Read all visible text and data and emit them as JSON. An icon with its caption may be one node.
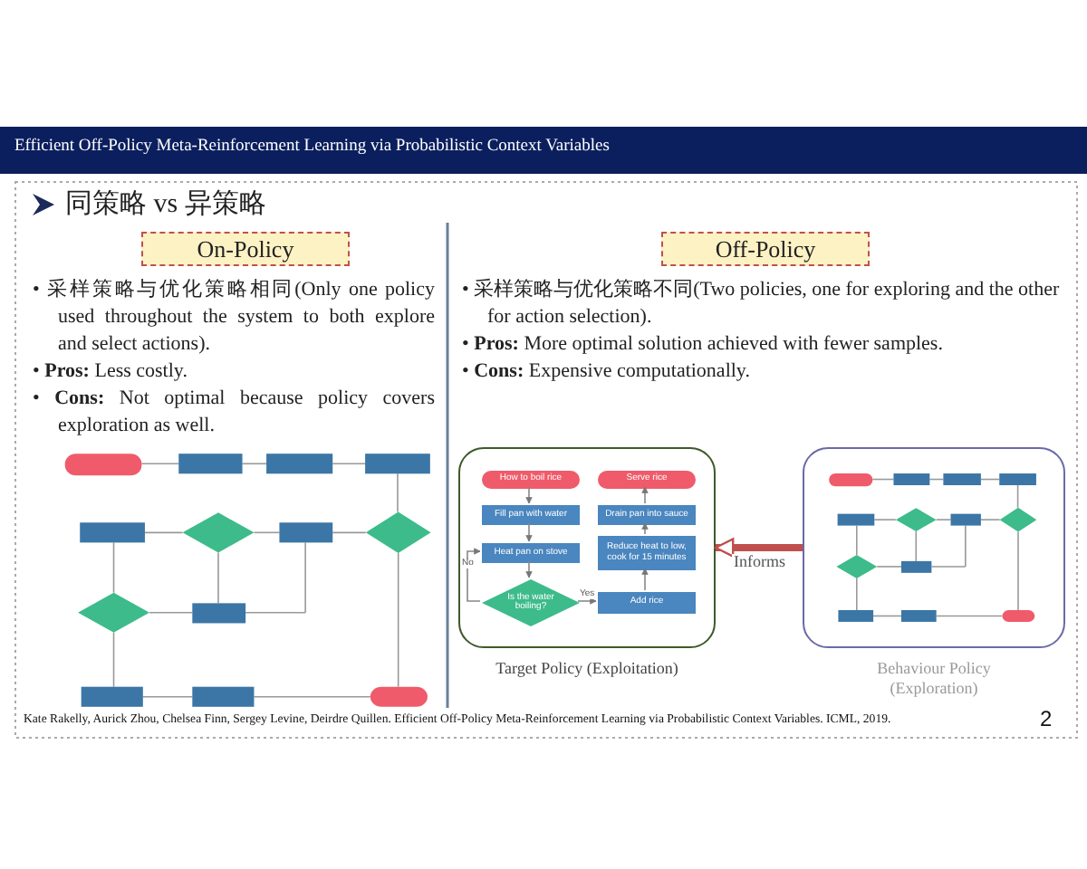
{
  "diagram": {
    "title": "Efficient Off-Policy Meta-Reinforcement Learning via Probabilistic Context Variables",
    "nodes": [
      {
        "text": [
          "On-Policy"
        ]
      },
      {
        "text": [
          "Off-Policy"
        ]
      },
      {
        "text": [],
        "shape": "picture"
      },
      {
        "text": [],
        "shape": "box",
        "beside": [
          "Target Policy (Exploitation)"
        ]
      },
      {
        "text": [
          "How to boil rice"
        ],
        "in": 3
      },
      {
        "text": [
          "Serve rice"
        ],
        "in": 3
      },
      {
        "text": [
          "Fill pan with water"
        ],
        "in": 3
      },
      {
        "text": [
          "Drain pan into sauce"
        ],
        "in": 3
      },
      {
        "text": [
          "Heat pan on stove"
        ],
        "in": 3
      },
      {
        "text": [
          "Reduce heat to low, cook for 15 minutes"
        ],
        "in": 3
      },
      {
        "text": [
          "Is the water boiling?"
        ],
        "in": 3
      },
      {
        "text": [
          "Add rice"
        ],
        "in": 3
      },
      {
        "text": [],
        "shape": "box",
        "beside": [
          "Behaviour Policy (Exploration)"
        ]
      }
    ],
    "edges": [
      {
        "from": 4,
        "to": 6,
        "arrow": "to"
      },
      {
        "from": 6,
        "to": 8,
        "arrow": "to"
      },
      {
        "from": 8,
        "to": 10,
        "arrow": "to"
      },
      {
        "from": 10,
        "to": 8,
        "arrow": "to",
        "label": "No"
      },
      {
        "from": 10,
        "to": 11,
        "arrow": "to",
        "label": "Yes"
      },
      {
        "from": 11,
        "to": 9,
        "arrow": "to"
      },
      {
        "from": 9,
        "to": 7,
        "arrow": "to"
      },
      {
        "from": 7,
        "to": 5,
        "arrow": "to"
      },
      {
        "from": 12,
        "to": 3,
        "arrow": "to",
        "label": "Informs",
        "style": "thick",
        "color": "#c0504d"
      }
    ],
    "labels": [
      "同策略 vs 异策略",
      "• 采样策略与优化策略相同(Only one policy used throughout the system to both explore and select actions).",
      "• **Pros:** Less costly.",
      "• **Cons:** Not optimal because policy covers exploration as well.",
      "• 采样策略与优化策略不同(Two policies, one for exploring and the other for action selection).",
      "• **Pros:** More optimal solution achieved with fewer samples.",
      "• **Cons:** Expensive computationally.",
      "Kate Rakelly, Aurick Zhou, Chelsea Finn, Sergey Levine, Deirdre Quillen. Efficient Off-Policy Meta-Reinforcement Learning via Probabilistic Context Variables. ICML, 2019.",
      "2"
    ]
  }
}
